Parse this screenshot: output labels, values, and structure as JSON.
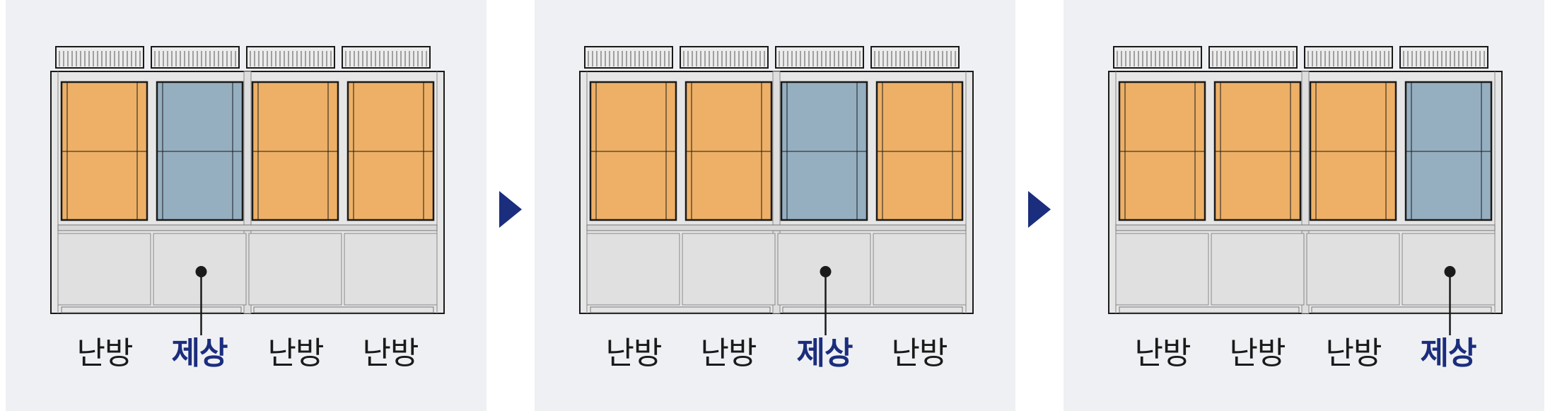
{
  "colors": {
    "panel_bg": "#eff0f3",
    "heating": "#edb066",
    "defrost": "#95afc1",
    "casing": "#e0e0e0",
    "outline": "#1a1a1a",
    "defrost_text": "#1b2d7d",
    "arrow": "#1b2d7d"
  },
  "stages": [
    {
      "modules": [
        {
          "state": "heating",
          "label": "난방"
        },
        {
          "state": "defrost",
          "label": "제상"
        },
        {
          "state": "heating",
          "label": "난방"
        },
        {
          "state": "heating",
          "label": "난방"
        }
      ]
    },
    {
      "modules": [
        {
          "state": "heating",
          "label": "난방"
        },
        {
          "state": "heating",
          "label": "난방"
        },
        {
          "state": "defrost",
          "label": "제상"
        },
        {
          "state": "heating",
          "label": "난방"
        }
      ]
    },
    {
      "modules": [
        {
          "state": "heating",
          "label": "난방"
        },
        {
          "state": "heating",
          "label": "난방"
        },
        {
          "state": "heating",
          "label": "난방"
        },
        {
          "state": "defrost",
          "label": "제상"
        }
      ]
    }
  ],
  "arrows": [
    {
      "icon": "right-triangle-arrow-icon"
    },
    {
      "icon": "right-triangle-arrow-icon"
    }
  ]
}
